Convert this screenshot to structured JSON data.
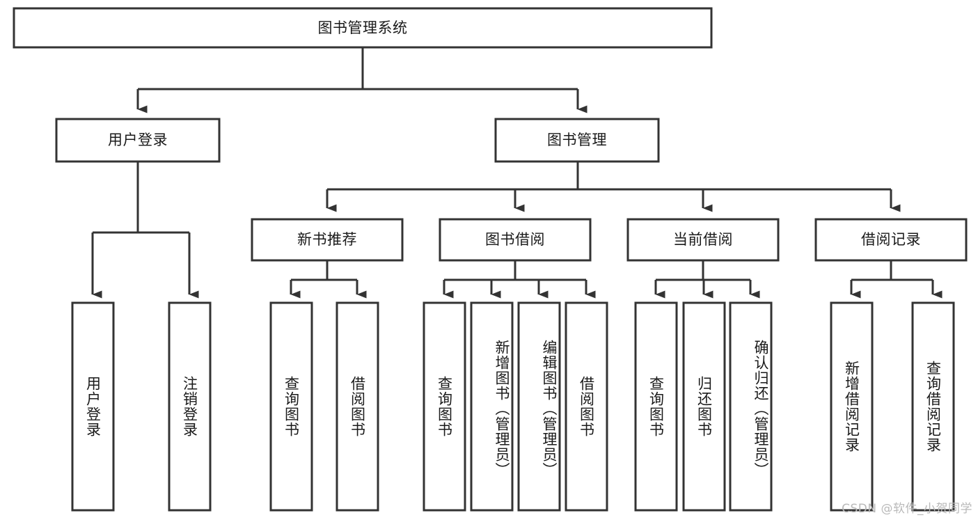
{
  "diagram": {
    "type": "tree-hierarchy",
    "title": "图书管理系统",
    "watermark": "CSDN @软件_小贺同学",
    "colors": {
      "line": "#333333",
      "box_fill": "#ffffff",
      "box_stroke": "#333333",
      "text": "#1a1a1a",
      "watermark": "#b9b9b9",
      "background": "#ffffff"
    },
    "levels": {
      "level1": [
        "图书管理系统"
      ],
      "level2": [
        "用户登录",
        "图书管理"
      ],
      "level3": [
        "新书推荐",
        "图书借阅",
        "当前借阅",
        "借阅记录"
      ],
      "level4": [
        "用户登录",
        "注销登录",
        "查询图书",
        "借阅图书",
        "查询图书",
        "新增图书（管理员）",
        "编辑图书（管理员）",
        "借阅图书",
        "查询图书",
        "归还图书",
        "确认归还（管理员）",
        "新增借阅记录",
        "查询借阅记录"
      ]
    },
    "nodes": {
      "root": {
        "label": "图书管理系统"
      },
      "user_login": {
        "label": "用户登录"
      },
      "book_manage": {
        "label": "图书管理"
      },
      "new_book_rec": {
        "label": "新书推荐"
      },
      "book_borrow": {
        "label": "图书借阅"
      },
      "current_borrow": {
        "label": "当前借阅"
      },
      "borrow_record": {
        "label": "借阅记录"
      },
      "leaf_user_login": {
        "label": "用户登录"
      },
      "leaf_logout": {
        "label": "注销登录"
      },
      "leaf_query_book_1": {
        "label": "查询图书"
      },
      "leaf_borrow_book_1": {
        "label": "借阅图书"
      },
      "leaf_query_book_2": {
        "label": "查询图书"
      },
      "leaf_add_book_admin": {
        "label": "新增图书（管理员）"
      },
      "leaf_edit_book_admin": {
        "label": "编辑图书（管理员）"
      },
      "leaf_borrow_book_2": {
        "label": "借阅图书"
      },
      "leaf_query_book_3": {
        "label": "查询图书"
      },
      "leaf_return_book": {
        "label": "归还图书"
      },
      "leaf_confirm_return_admin": {
        "label": "确认归还（管理员）"
      },
      "leaf_add_borrow_record": {
        "label": "新增借阅记录"
      },
      "leaf_query_borrow_record": {
        "label": "查询借阅记录"
      }
    },
    "edges": [
      {
        "from": "root",
        "to": "user_login"
      },
      {
        "from": "root",
        "to": "book_manage"
      },
      {
        "from": "user_login",
        "to": "leaf_user_login"
      },
      {
        "from": "user_login",
        "to": "leaf_logout"
      },
      {
        "from": "book_manage",
        "to": "new_book_rec"
      },
      {
        "from": "book_manage",
        "to": "book_borrow"
      },
      {
        "from": "book_manage",
        "to": "current_borrow"
      },
      {
        "from": "book_manage",
        "to": "borrow_record"
      },
      {
        "from": "new_book_rec",
        "to": "leaf_query_book_1"
      },
      {
        "from": "new_book_rec",
        "to": "leaf_borrow_book_1"
      },
      {
        "from": "book_borrow",
        "to": "leaf_query_book_2"
      },
      {
        "from": "book_borrow",
        "to": "leaf_add_book_admin"
      },
      {
        "from": "book_borrow",
        "to": "leaf_edit_book_admin"
      },
      {
        "from": "book_borrow",
        "to": "leaf_borrow_book_2"
      },
      {
        "from": "current_borrow",
        "to": "leaf_query_book_3"
      },
      {
        "from": "current_borrow",
        "to": "leaf_return_book"
      },
      {
        "from": "current_borrow",
        "to": "leaf_confirm_return_admin"
      },
      {
        "from": "borrow_record",
        "to": "leaf_add_borrow_record"
      },
      {
        "from": "borrow_record",
        "to": "leaf_query_borrow_record"
      }
    ]
  }
}
